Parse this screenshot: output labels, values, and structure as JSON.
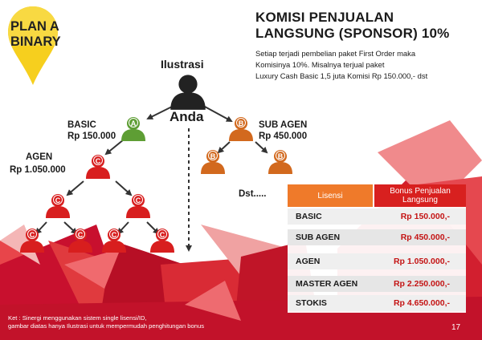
{
  "badge": {
    "line1": "PLAN A",
    "line2": "BINARY"
  },
  "title": {
    "line1": "KOMISI PENJUALAN",
    "line2": "LANGSUNG (SPONSOR) 10%"
  },
  "description": {
    "line1": "Setiap terjadi pembelian paket First Order maka",
    "line2": "Komisinya 10%. Misalnya terjual paket",
    "line3": "Luxury Cash Basic 1,5 juta Komisi Rp 150.000,- dst"
  },
  "diagram": {
    "illustration_label": "Ilustrasi",
    "you_label": "Anda",
    "basic": {
      "marker": "A",
      "name": "BASIC",
      "amount": "Rp 150.000"
    },
    "agen": {
      "marker": "C",
      "name": "AGEN",
      "amount": "Rp 1.050.000"
    },
    "sub_agen": {
      "marker": "B",
      "name": "SUB AGEN",
      "amount": "Rp 450.000"
    },
    "continued": "Dst....."
  },
  "table": {
    "headers": [
      "Lisensi",
      "Bonus Penjualan Langsung"
    ],
    "rows": [
      {
        "license": "BASIC",
        "bonus": "Rp 150.000,-"
      },
      {
        "license": "SUB AGEN",
        "bonus": "Rp 450.000,-"
      },
      {
        "license": "AGEN",
        "bonus": "Rp 1.050.000,-"
      },
      {
        "license": "MASTER AGEN",
        "bonus": "Rp 2.250.000,-"
      },
      {
        "license": "STOKIS",
        "bonus": "Rp 4.650.000,-"
      }
    ]
  },
  "footnote": {
    "line1": "Ket : Sinergi menggunakan sistem single lisensi/ID,",
    "line2": "gambar diatas hanya Ilustrasi untuk mempermudah penghitungan bonus"
  },
  "page_number": "17",
  "colors": {
    "green": "#5e9e34",
    "orange": "#d2691e",
    "red": "#d81e1e",
    "dark": "#222222",
    "badge_yellow": "#f6cf1e",
    "header_orange": "#ef7a2a",
    "header_red": "#d8201f"
  }
}
